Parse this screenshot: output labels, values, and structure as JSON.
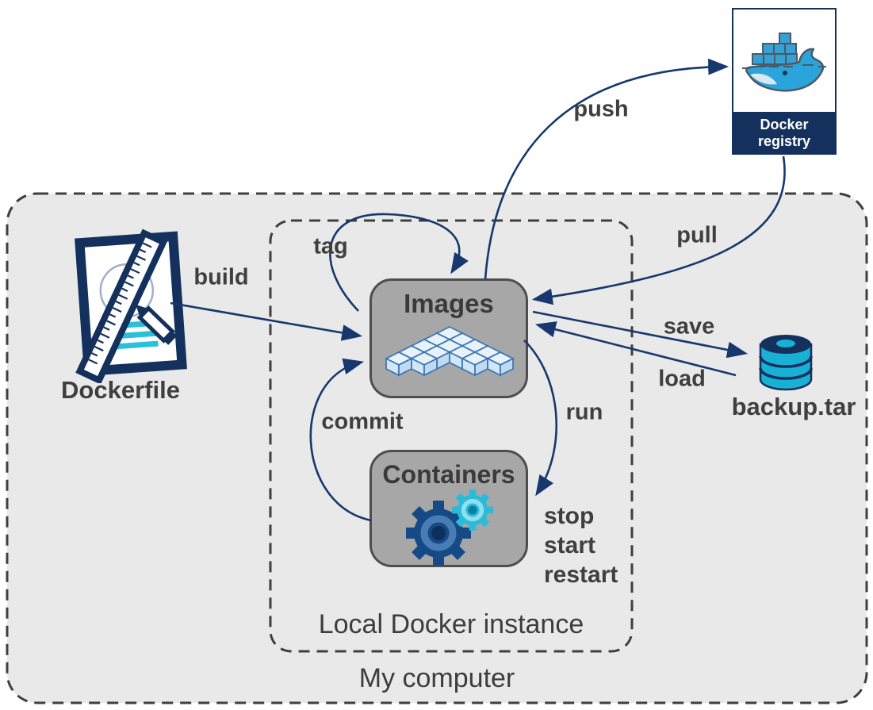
{
  "nodes": {
    "dockerfile": {
      "label": "Dockerfile"
    },
    "images": {
      "label": "Images"
    },
    "containers": {
      "label": "Containers"
    },
    "registry": {
      "label_line1": "Docker",
      "label_line2": "registry"
    },
    "backup": {
      "label": "backup.tar"
    }
  },
  "regions": {
    "local_docker_instance": {
      "label": "Local Docker instance"
    },
    "my_computer": {
      "label": "My computer"
    }
  },
  "arrows": {
    "build": {
      "label": "build"
    },
    "tag": {
      "label": "tag"
    },
    "push": {
      "label": "push"
    },
    "pull": {
      "label": "pull"
    },
    "save": {
      "label": "save"
    },
    "load": {
      "label": "load"
    },
    "commit": {
      "label": "commit"
    },
    "run": {
      "label": "run"
    },
    "lifecycle": {
      "line1": "stop",
      "line2": "start",
      "line3": "restart"
    }
  },
  "colors": {
    "arrow": "#17386e",
    "navy": "#14305c",
    "cyan": "#1fb0d2",
    "whale_blue": "#38a9dd",
    "cube_fill": "#ddeef9",
    "cube_stroke": "#3a75b0",
    "box_fill": "#a7a7a7",
    "box_border": "#4e4e4e",
    "region_fill": "#e9e9e9",
    "dash_border": "#3f3f3f",
    "label_text": "#3f3f3f"
  }
}
